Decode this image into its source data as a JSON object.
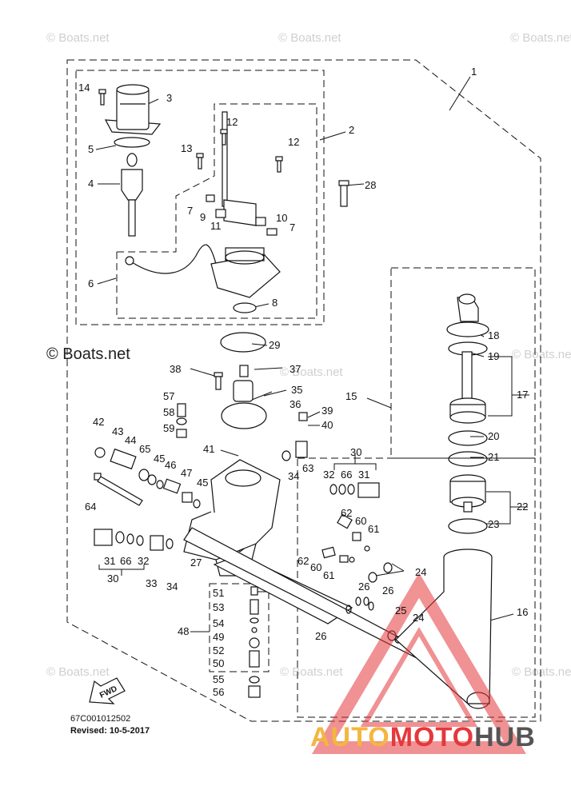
{
  "watermark": "© Boats.net",
  "brand_mark": "© Boats.net",
  "part_code": "67C001012502",
  "revised": "Revised: 10-5-2017",
  "fwd_label": "FWD",
  "logo": {
    "part1": "AUTO",
    "part2": "MOTO",
    "part3": "HUB"
  },
  "callouts": [
    {
      "id": "c1",
      "label": "1"
    },
    {
      "id": "c2",
      "label": "2"
    },
    {
      "id": "c3",
      "label": "3"
    },
    {
      "id": "c4",
      "label": "4"
    },
    {
      "id": "c5",
      "label": "5"
    },
    {
      "id": "c6",
      "label": "6"
    },
    {
      "id": "c7a",
      "label": "7"
    },
    {
      "id": "c7b",
      "label": "7"
    },
    {
      "id": "c8",
      "label": "8"
    },
    {
      "id": "c9",
      "label": "9"
    },
    {
      "id": "c10",
      "label": "10"
    },
    {
      "id": "c11",
      "label": "11"
    },
    {
      "id": "c12a",
      "label": "12"
    },
    {
      "id": "c12b",
      "label": "12"
    },
    {
      "id": "c13",
      "label": "13"
    },
    {
      "id": "c14",
      "label": "14"
    },
    {
      "id": "c15",
      "label": "15"
    },
    {
      "id": "c16",
      "label": "16"
    },
    {
      "id": "c17",
      "label": "17"
    },
    {
      "id": "c18",
      "label": "18"
    },
    {
      "id": "c19",
      "label": "19"
    },
    {
      "id": "c20",
      "label": "20"
    },
    {
      "id": "c21",
      "label": "21"
    },
    {
      "id": "c22",
      "label": "22"
    },
    {
      "id": "c23",
      "label": "23"
    },
    {
      "id": "c24a",
      "label": "24"
    },
    {
      "id": "c24b",
      "label": "24"
    },
    {
      "id": "c25",
      "label": "25"
    },
    {
      "id": "c26a",
      "label": "26"
    },
    {
      "id": "c26b",
      "label": "26"
    },
    {
      "id": "c26c",
      "label": "26"
    },
    {
      "id": "c27",
      "label": "27"
    },
    {
      "id": "c28",
      "label": "28"
    },
    {
      "id": "c29",
      "label": "29"
    },
    {
      "id": "c30a",
      "label": "30"
    },
    {
      "id": "c30b",
      "label": "30"
    },
    {
      "id": "c31a",
      "label": "31"
    },
    {
      "id": "c31b",
      "label": "31"
    },
    {
      "id": "c32a",
      "label": "32"
    },
    {
      "id": "c32b",
      "label": "32"
    },
    {
      "id": "c33",
      "label": "33"
    },
    {
      "id": "c34a",
      "label": "34"
    },
    {
      "id": "c34b",
      "label": "34"
    },
    {
      "id": "c35",
      "label": "35"
    },
    {
      "id": "c36",
      "label": "36"
    },
    {
      "id": "c37",
      "label": "37"
    },
    {
      "id": "c38",
      "label": "38"
    },
    {
      "id": "c39",
      "label": "39"
    },
    {
      "id": "c40",
      "label": "40"
    },
    {
      "id": "c41",
      "label": "41"
    },
    {
      "id": "c42",
      "label": "42"
    },
    {
      "id": "c43",
      "label": "43"
    },
    {
      "id": "c44",
      "label": "44"
    },
    {
      "id": "c45a",
      "label": "45"
    },
    {
      "id": "c45b",
      "label": "45"
    },
    {
      "id": "c46",
      "label": "46"
    },
    {
      "id": "c47",
      "label": "47"
    },
    {
      "id": "c48",
      "label": "48"
    },
    {
      "id": "c49",
      "label": "49"
    },
    {
      "id": "c50",
      "label": "50"
    },
    {
      "id": "c51",
      "label": "51"
    },
    {
      "id": "c52",
      "label": "52"
    },
    {
      "id": "c53",
      "label": "53"
    },
    {
      "id": "c54",
      "label": "54"
    },
    {
      "id": "c55",
      "label": "55"
    },
    {
      "id": "c56",
      "label": "56"
    },
    {
      "id": "c57",
      "label": "57"
    },
    {
      "id": "c58",
      "label": "58"
    },
    {
      "id": "c59",
      "label": "59"
    },
    {
      "id": "c60a",
      "label": "60"
    },
    {
      "id": "c60b",
      "label": "60"
    },
    {
      "id": "c61a",
      "label": "61"
    },
    {
      "id": "c61b",
      "label": "61"
    },
    {
      "id": "c62a",
      "label": "62"
    },
    {
      "id": "c62b",
      "label": "62"
    },
    {
      "id": "c63",
      "label": "63"
    },
    {
      "id": "c64",
      "label": "64"
    },
    {
      "id": "c65",
      "label": "65"
    },
    {
      "id": "c66a",
      "label": "66"
    },
    {
      "id": "c66b",
      "label": "66"
    }
  ]
}
